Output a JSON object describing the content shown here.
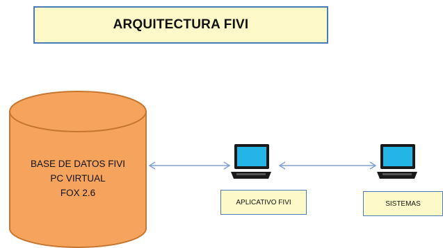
{
  "title": "ARQUITECTURA FIVI",
  "database": {
    "line1": "BASE DE DATOS FIVI",
    "line2": "PC VIRTUAL",
    "line3": "FOX 2.6"
  },
  "nodes": [
    {
      "label": "APLICATIVO FIVI"
    },
    {
      "label": "SISTEMAS"
    }
  ],
  "colors": {
    "cylinder_fill": "#f6a45d",
    "cylinder_stroke": "#c7762f",
    "label_box_fill": "#fdf9c8",
    "box_border": "#4a7ab5",
    "connector": "#7f9fcf",
    "screen": "#23b5e6"
  },
  "icons": [
    "database-cylinder",
    "laptop-icon",
    "laptop-icon"
  ]
}
